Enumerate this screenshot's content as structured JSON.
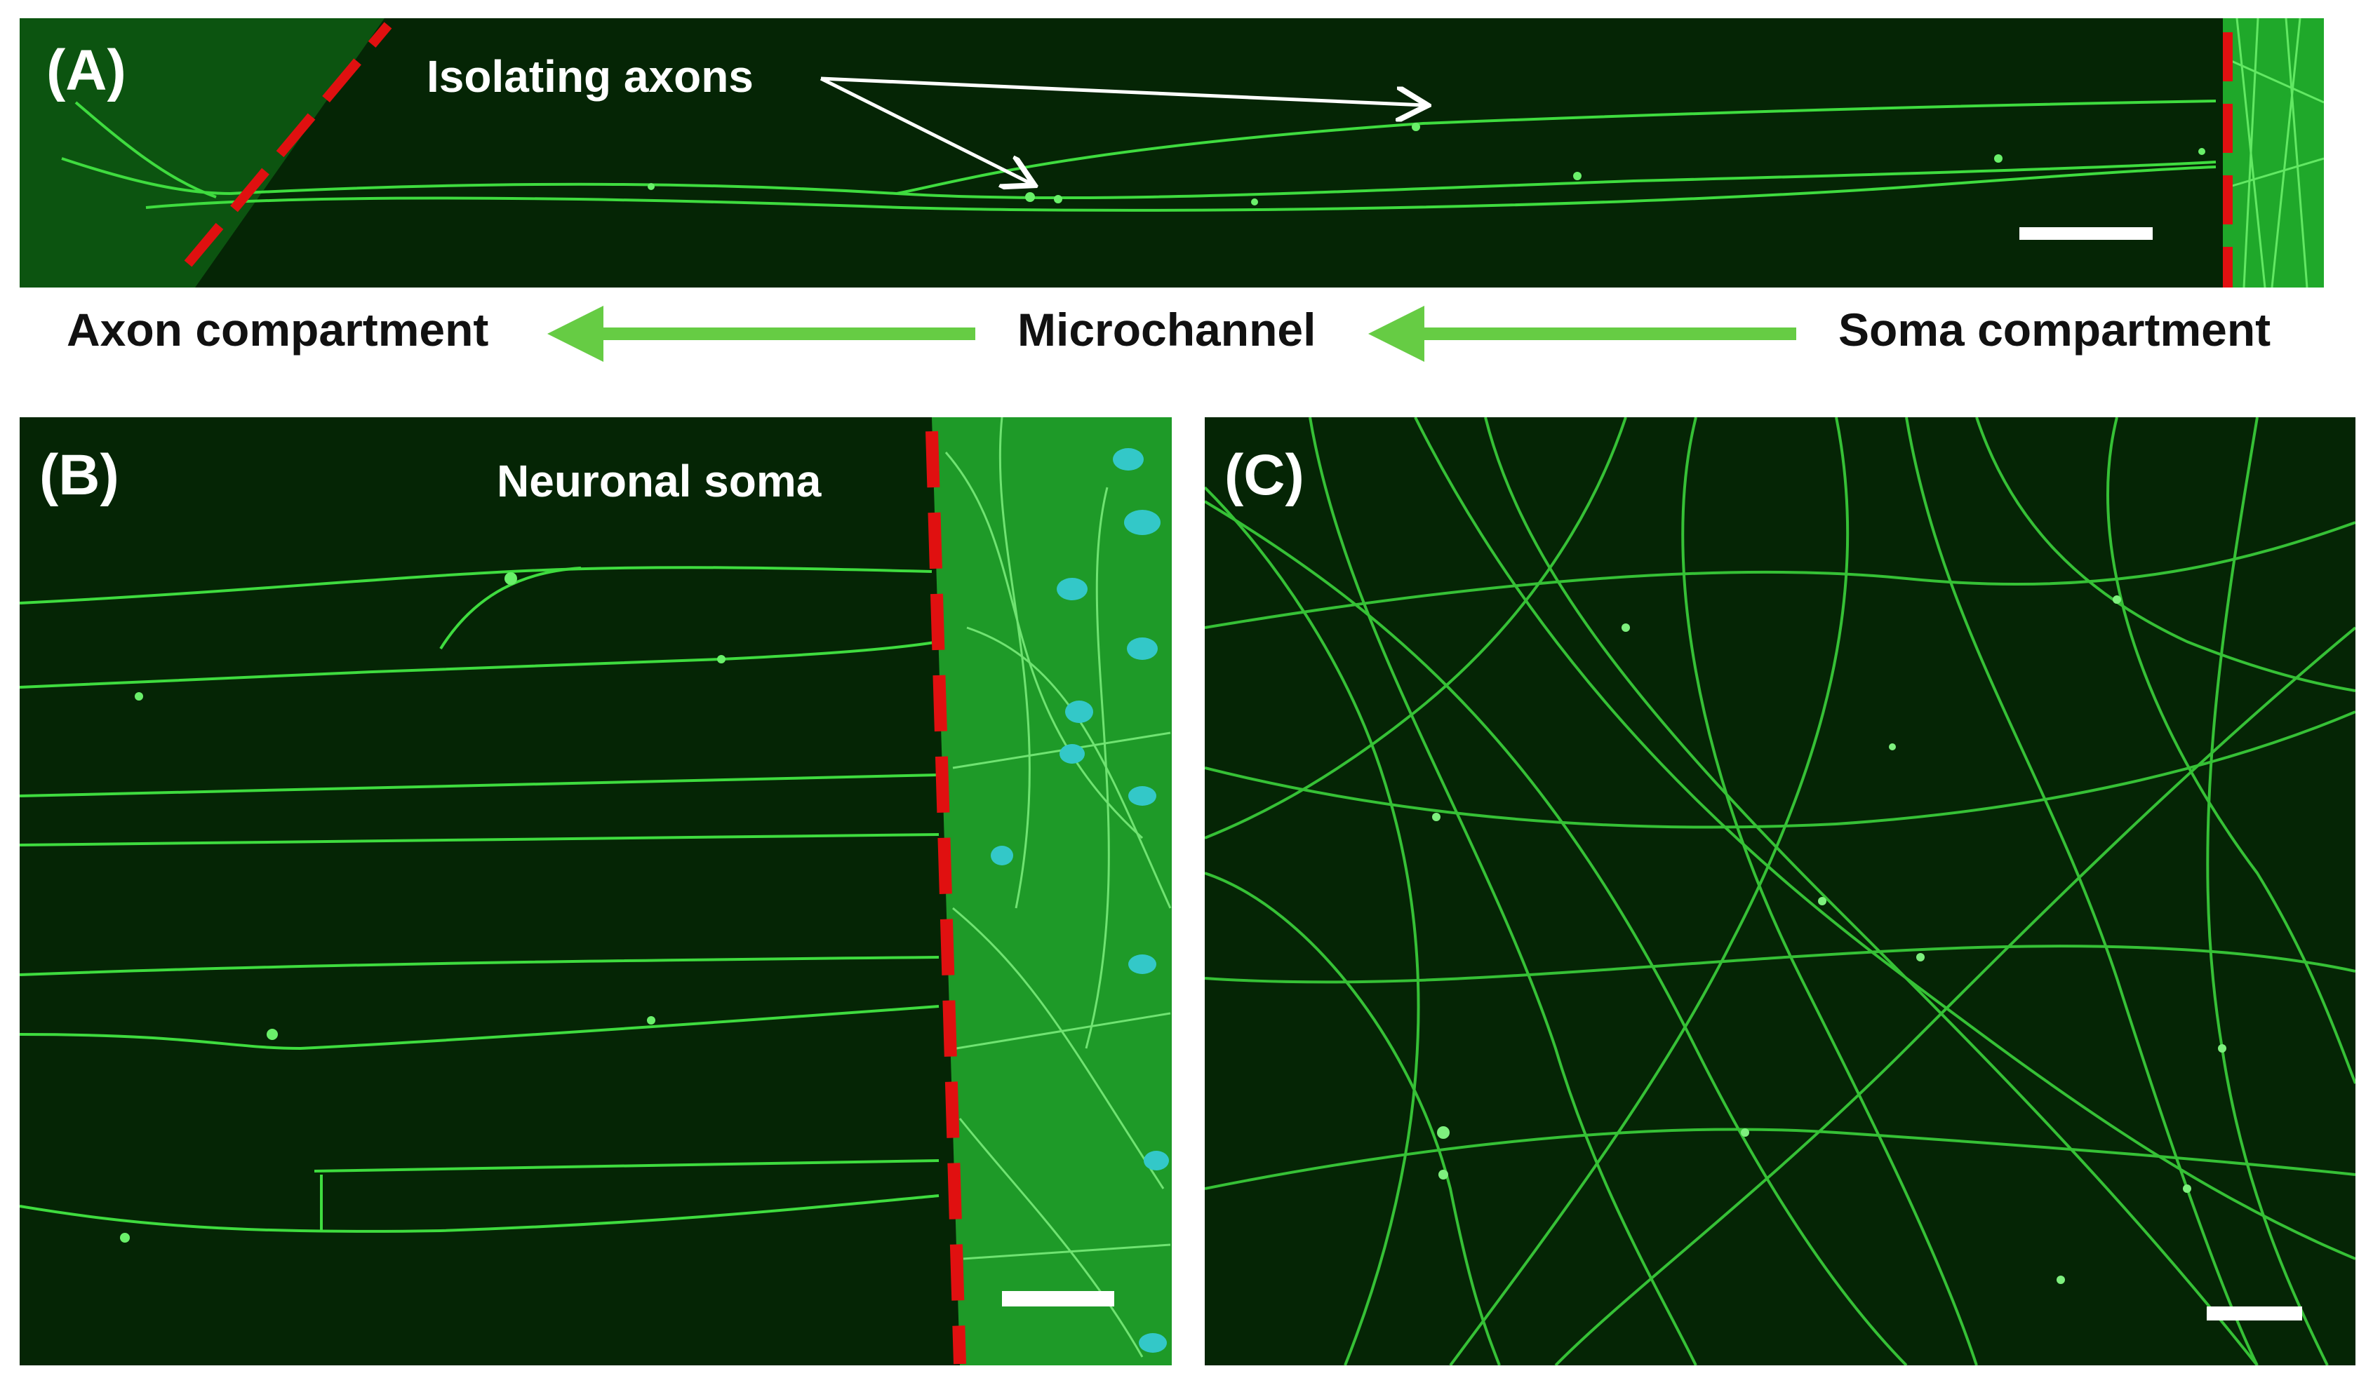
{
  "panel_a": {
    "label": "(A)",
    "annotation": "Isolating axons"
  },
  "flow_row": {
    "left": "Axon compartment",
    "middle": "Microchannel",
    "right": "Soma compartment",
    "arrow_color": "#66cc44"
  },
  "panel_b": {
    "label": "(B)",
    "annotation": "Neuronal soma"
  },
  "panel_c": {
    "label": "(C)"
  },
  "colors": {
    "background_dark": "#052505",
    "neurite": "#3fdc3f",
    "boundary_dash": "#e01010",
    "nuclei": "#33c8c8",
    "annotation_arrow": "#ffffff"
  }
}
